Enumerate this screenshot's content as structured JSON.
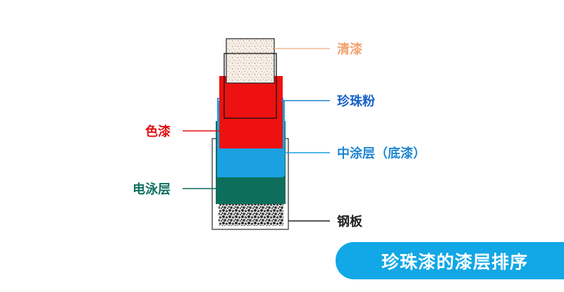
{
  "labels": {
    "clear_coat": "清漆",
    "pearl_powder": "珍珠粉",
    "color_coat": "色漆",
    "mid_coat": "中涂层（底漆）",
    "e_coat": "电泳层",
    "steel_plate": "钢板"
  },
  "caption": "珍珠漆的漆层排序",
  "colors": {
    "clear_coat": "#f8eee4",
    "pearl_powder_outline": "#111111",
    "color_coat": "#ee1111",
    "mid_coat": "#1ba1e2",
    "e_coat": "#0d6e5c",
    "steel_plate": "#555555",
    "clear_coat_label": "#f2a46e",
    "pearl_powder_label": "#1860c8",
    "color_coat_label": "#e01010",
    "mid_coat_label": "#1e86d2",
    "e_coat_label": "#107060",
    "steel_plate_label": "#222222",
    "caption_bg": "#12a7e6"
  }
}
